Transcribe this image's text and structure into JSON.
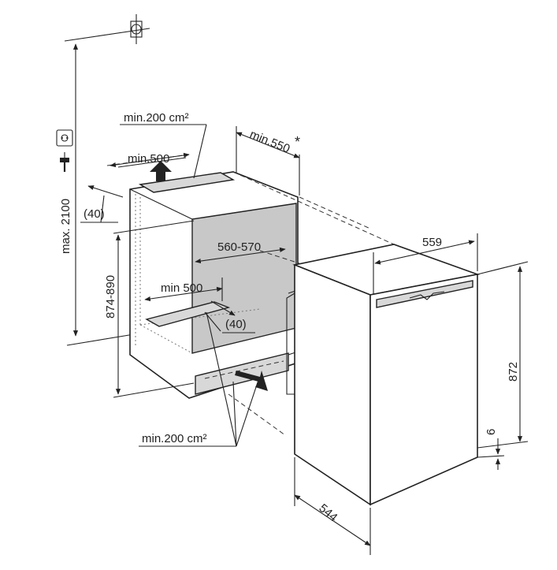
{
  "labels": {
    "vent_top_area": "min.200 cm²",
    "depth_top": "min.550",
    "asterisk": "*",
    "top_width": "min.500",
    "top_gap": "(40)",
    "max_height": "max. 2100",
    "niche_height": "874-890",
    "inner_depth": "560-570",
    "bottom_width": "min 500",
    "bottom_gap": "(40)",
    "vent_bottom_area": "min.200 cm²",
    "appliance_width": "559",
    "appliance_height": "872",
    "plinth": "6",
    "appliance_depth": "544"
  },
  "icons": [
    "gas-tap-icon",
    "socket-icon",
    "plug-icon"
  ],
  "colors": {
    "line": "#222222",
    "cavity": "#c8c8c8",
    "grille": "#d8d8d8"
  }
}
